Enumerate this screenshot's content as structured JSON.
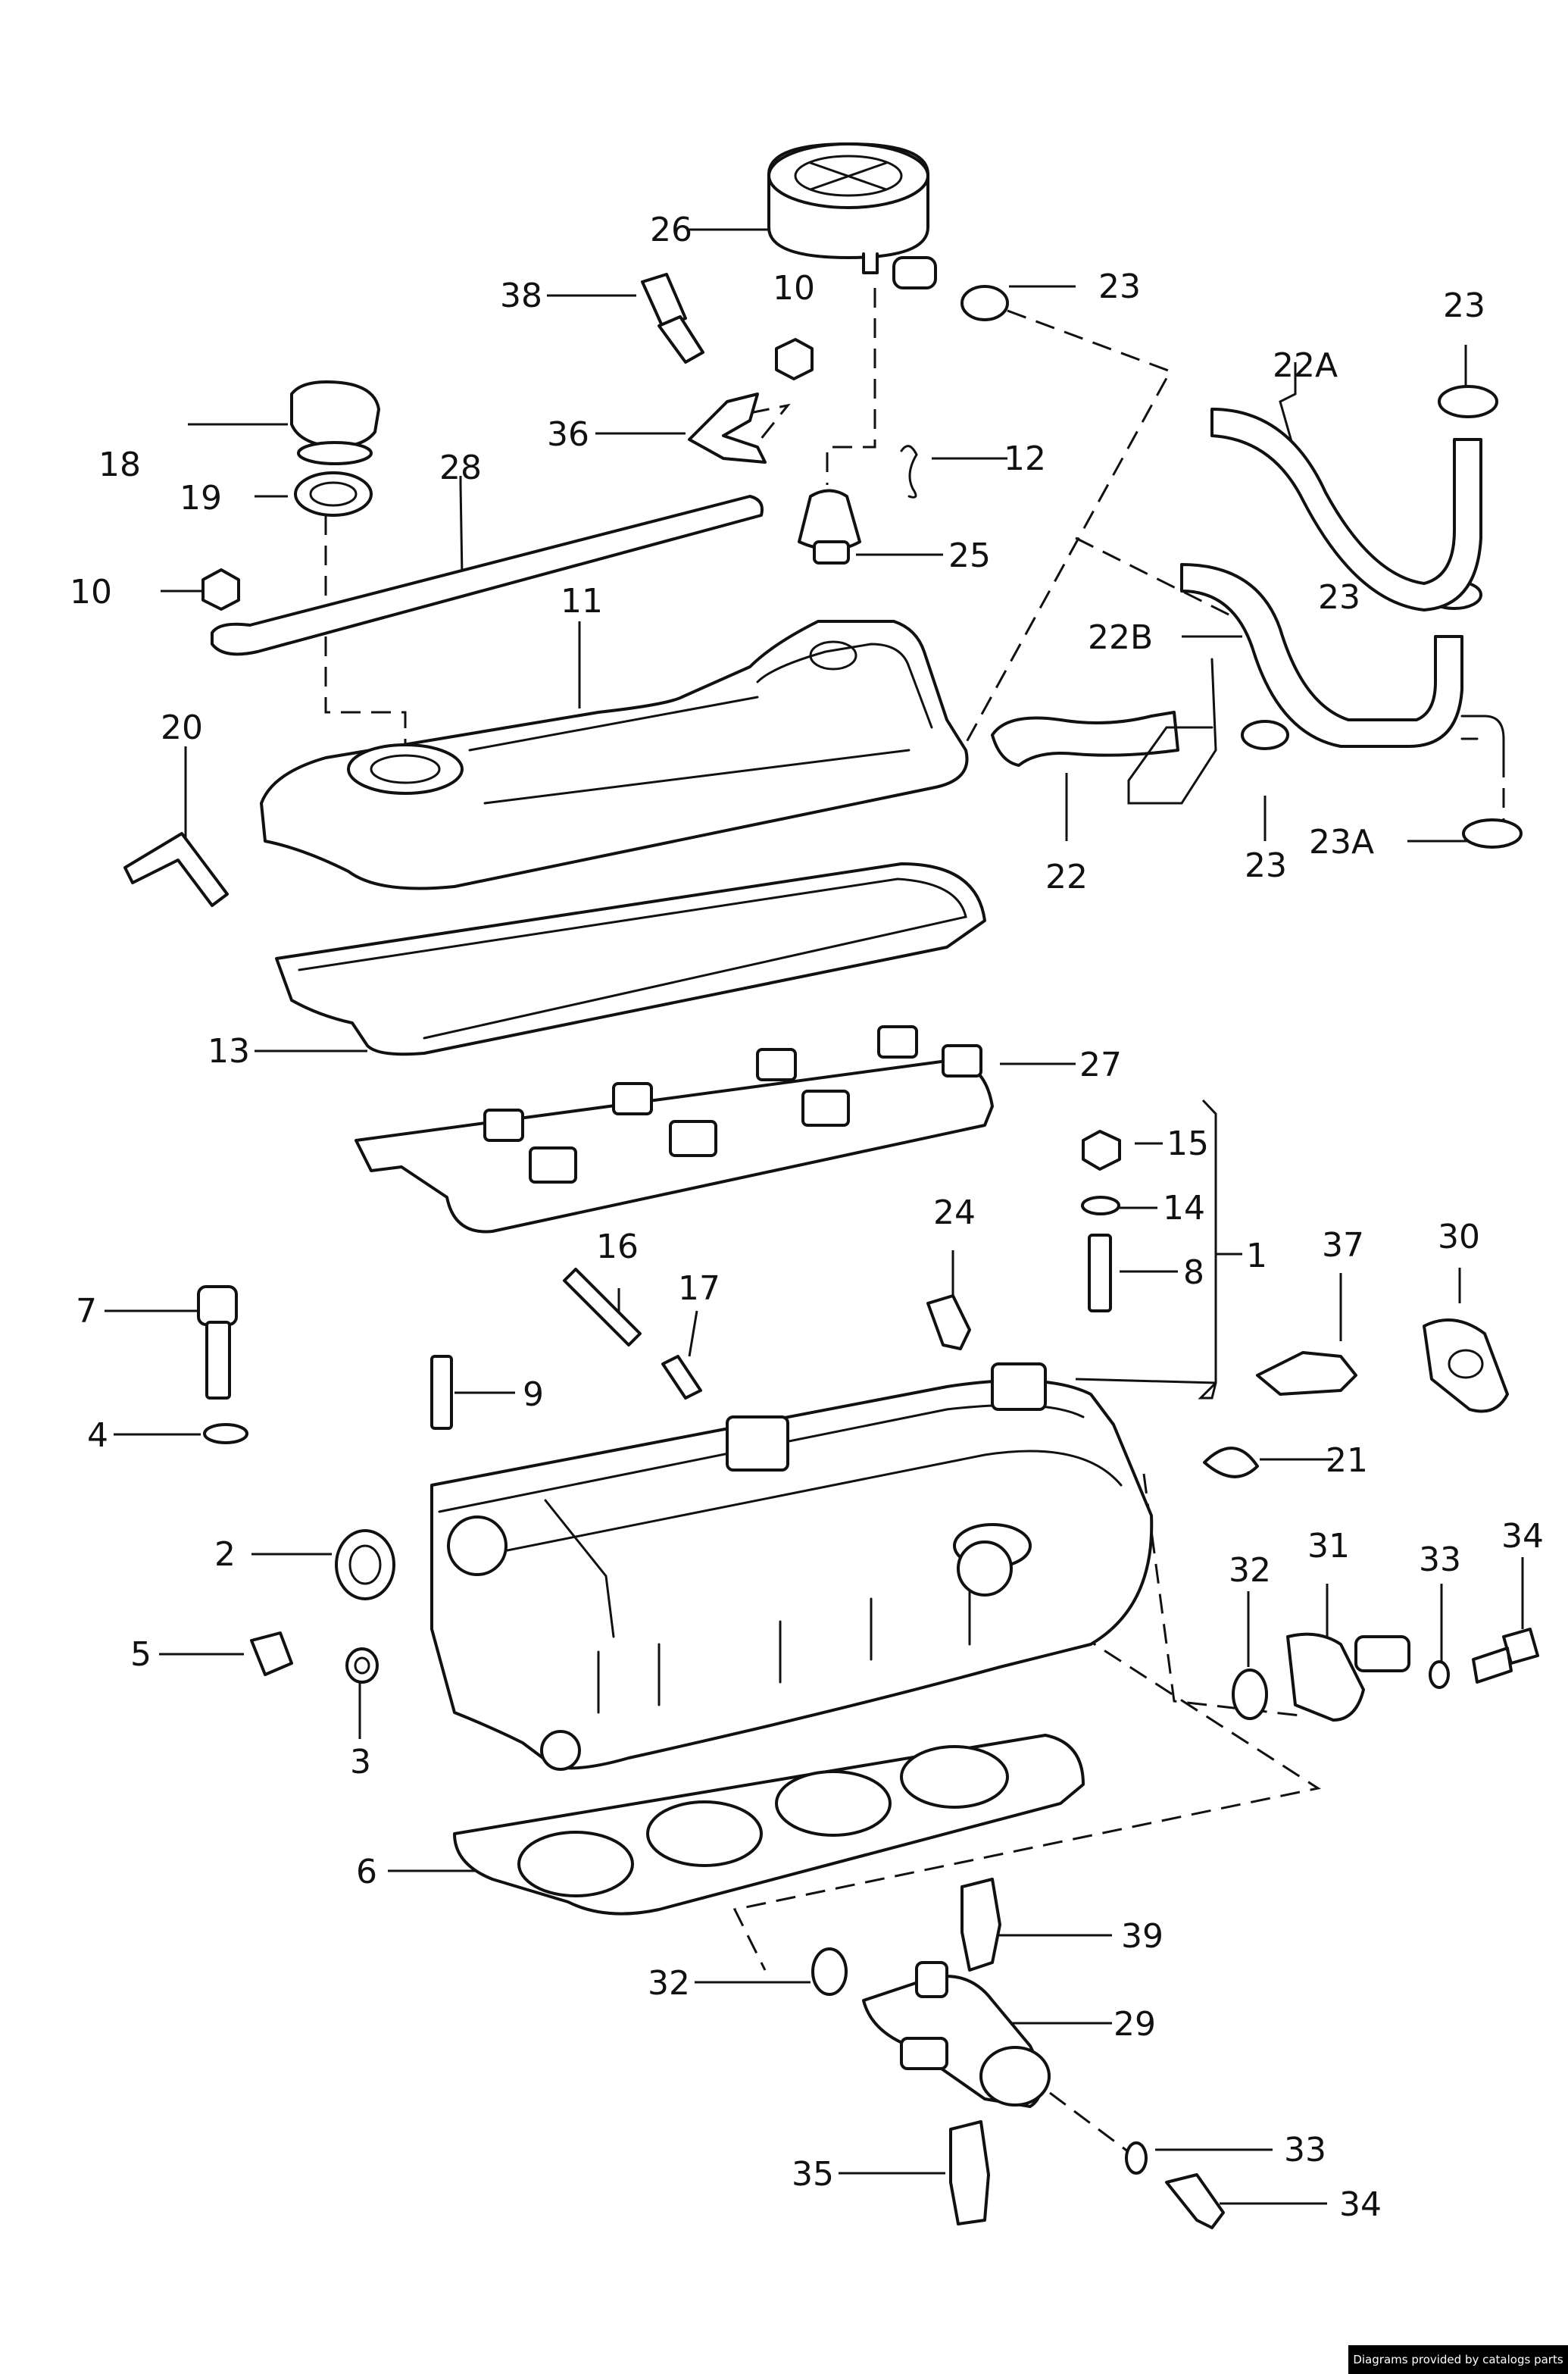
{
  "labels": {
    "l26": "26",
    "l38": "38",
    "l10a": "10",
    "l23a": "23",
    "l23b": "23",
    "l22A": "22A",
    "l18": "18",
    "l19": "19",
    "l36": "36",
    "l28": "28",
    "l12": "12",
    "l25": "25",
    "l10b": "10",
    "l23c": "23",
    "l11": "11",
    "l22B": "22B",
    "l20": "20",
    "l22": "22",
    "l23d": "23",
    "l23A": "23A",
    "l13": "13",
    "l27": "27",
    "l15": "15",
    "l14": "14",
    "l24": "24",
    "l16": "16",
    "l8": "8",
    "l1": "1",
    "l37": "37",
    "l30": "30",
    "l7": "7",
    "l17": "17",
    "l9": "9",
    "l4": "4",
    "l21": "21",
    "l2": "2",
    "l31": "31",
    "l32a": "32",
    "l33a": "33",
    "l34a": "34",
    "l5": "5",
    "l3": "3",
    "l6": "6",
    "l39": "39",
    "l32b": "32",
    "l29": "29",
    "l33b": "33",
    "l35": "35",
    "l34b": "34"
  },
  "footer": {
    "credit": "Diagrams provided by catalogs parts"
  }
}
